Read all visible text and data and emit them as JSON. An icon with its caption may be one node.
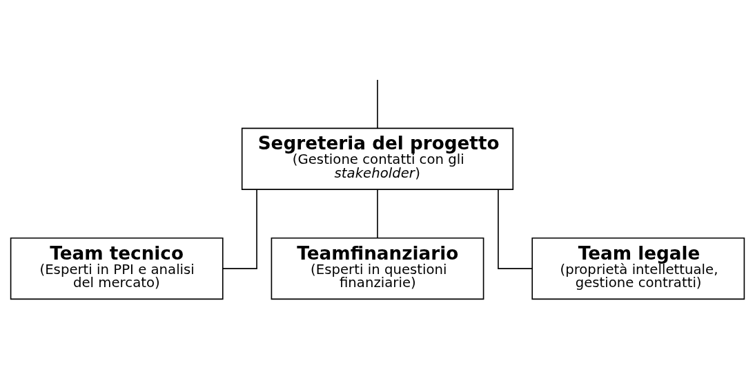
{
  "diagram": {
    "nodes": [
      {
        "text": [
          "Segreteria del progetto",
          "(Gestione contatti con gli *stakeholder*)"
        ]
      },
      {
        "text": [
          "Team tecnico",
          "(Esperti in PPI e analisi del mercato)"
        ]
      },
      {
        "text": [
          "Teamfinanziario",
          "(Esperti in questioni finanziarie)"
        ]
      },
      {
        "text": [
          "Team legale",
          "(proprietà intellettuale, gestione contratti)"
        ]
      }
    ],
    "edges": [
      {
        "from": null,
        "to": 0,
        "arrow": "none"
      },
      {
        "from": 0,
        "to": 1,
        "arrow": "none"
      },
      {
        "from": 0,
        "to": 2,
        "arrow": "none"
      },
      {
        "from": 0,
        "to": 3,
        "arrow": "none"
      }
    ]
  }
}
